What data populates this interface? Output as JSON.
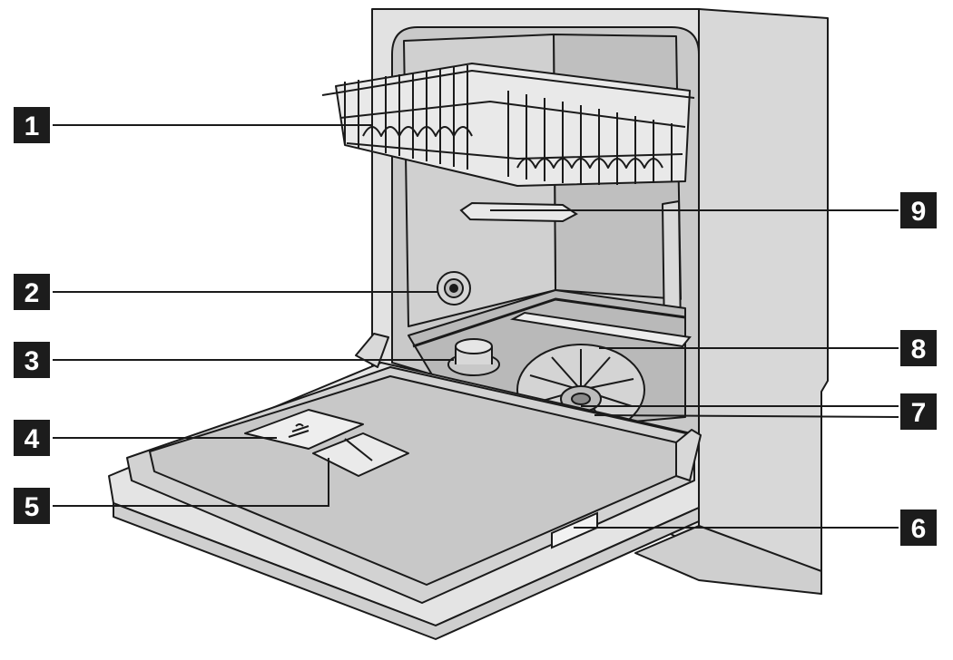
{
  "diagram": {
    "callouts": [
      {
        "id": "c1",
        "label": "1"
      },
      {
        "id": "c2",
        "label": "2"
      },
      {
        "id": "c3",
        "label": "3"
      },
      {
        "id": "c4",
        "label": "4"
      },
      {
        "id": "c5",
        "label": "5"
      },
      {
        "id": "c6",
        "label": "6"
      },
      {
        "id": "c7",
        "label": "7"
      },
      {
        "id": "c8",
        "label": "8"
      },
      {
        "id": "c9",
        "label": "9"
      }
    ]
  },
  "colors": {
    "ink": "#1a1a1a",
    "cabinet": "#dcdcdc",
    "interior": "#c8c8c8",
    "door": "#d4d4d4",
    "basket": "#9a9a9a",
    "label_box": "#1c1c1c",
    "label_text": "#ffffff"
  }
}
